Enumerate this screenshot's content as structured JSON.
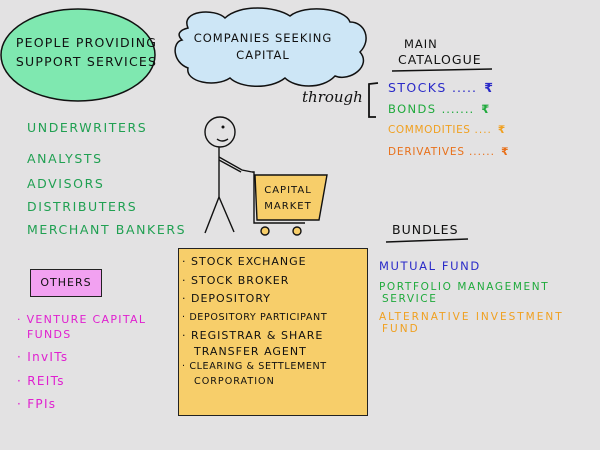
{
  "background_color": "#e3e2e3",
  "support_oval": {
    "label_line1": "People Providing",
    "label_line2": "Support Services",
    "fill": "#7fe8b0"
  },
  "companies_cloud": {
    "label_line1": "Companies Seeking",
    "label_line2": "Capital",
    "fill": "#cde6f6"
  },
  "main_catalogue": {
    "title_line1": "Main",
    "title_line2": "Catalogue",
    "connector_label": "through",
    "items": [
      {
        "label": "Stocks",
        "dots": ".....",
        "currency": "₹",
        "color": "#2a2ac8"
      },
      {
        "label": "Bonds",
        "dots": ".......",
        "currency": "₹",
        "color": "#1faa3c"
      },
      {
        "label": "Commodities",
        "dots": "....",
        "currency": "₹",
        "color": "#f0a020"
      },
      {
        "label": "Derivatives",
        "dots": "......",
        "currency": "₹",
        "color": "#e8701a"
      }
    ]
  },
  "support_services": {
    "color": "#20a052",
    "items": [
      "Underwriters",
      "Analysts",
      "Advisors",
      "Distributers",
      "Merchant Bankers"
    ]
  },
  "capital_market_cart": {
    "label_line1": "Capital",
    "label_line2": "Market",
    "fill": "#f7ce6a"
  },
  "market_infrastructure": {
    "fill": "#f7ce6a",
    "items": [
      {
        "label": "Stock Exchange"
      },
      {
        "label": "Stock Broker"
      },
      {
        "label": "Depository"
      },
      {
        "label": "Depository Participant"
      },
      {
        "label": "Registrar & Share",
        "continuation": "Transfer Agent"
      },
      {
        "label": "Clearing & Settlement",
        "continuation": "Corporation"
      }
    ]
  },
  "bundles": {
    "title": "Bundles",
    "items": [
      {
        "line1": "Mutual Fund",
        "color": "#2a2ac8"
      },
      {
        "line1": "Portfolio Management",
        "line2": "Service",
        "color": "#1faa3c"
      },
      {
        "line1": "Alternative Investment",
        "line2": "Fund",
        "color": "#f0a020"
      }
    ]
  },
  "others": {
    "title": "Others",
    "fill": "#f2a1f1",
    "color": "#e020d0",
    "items": [
      {
        "line1": "Venture Capital",
        "line2": "Funds"
      },
      {
        "line1": "InvITs"
      },
      {
        "line1": "REITs"
      },
      {
        "line1": "FPIs"
      }
    ]
  }
}
